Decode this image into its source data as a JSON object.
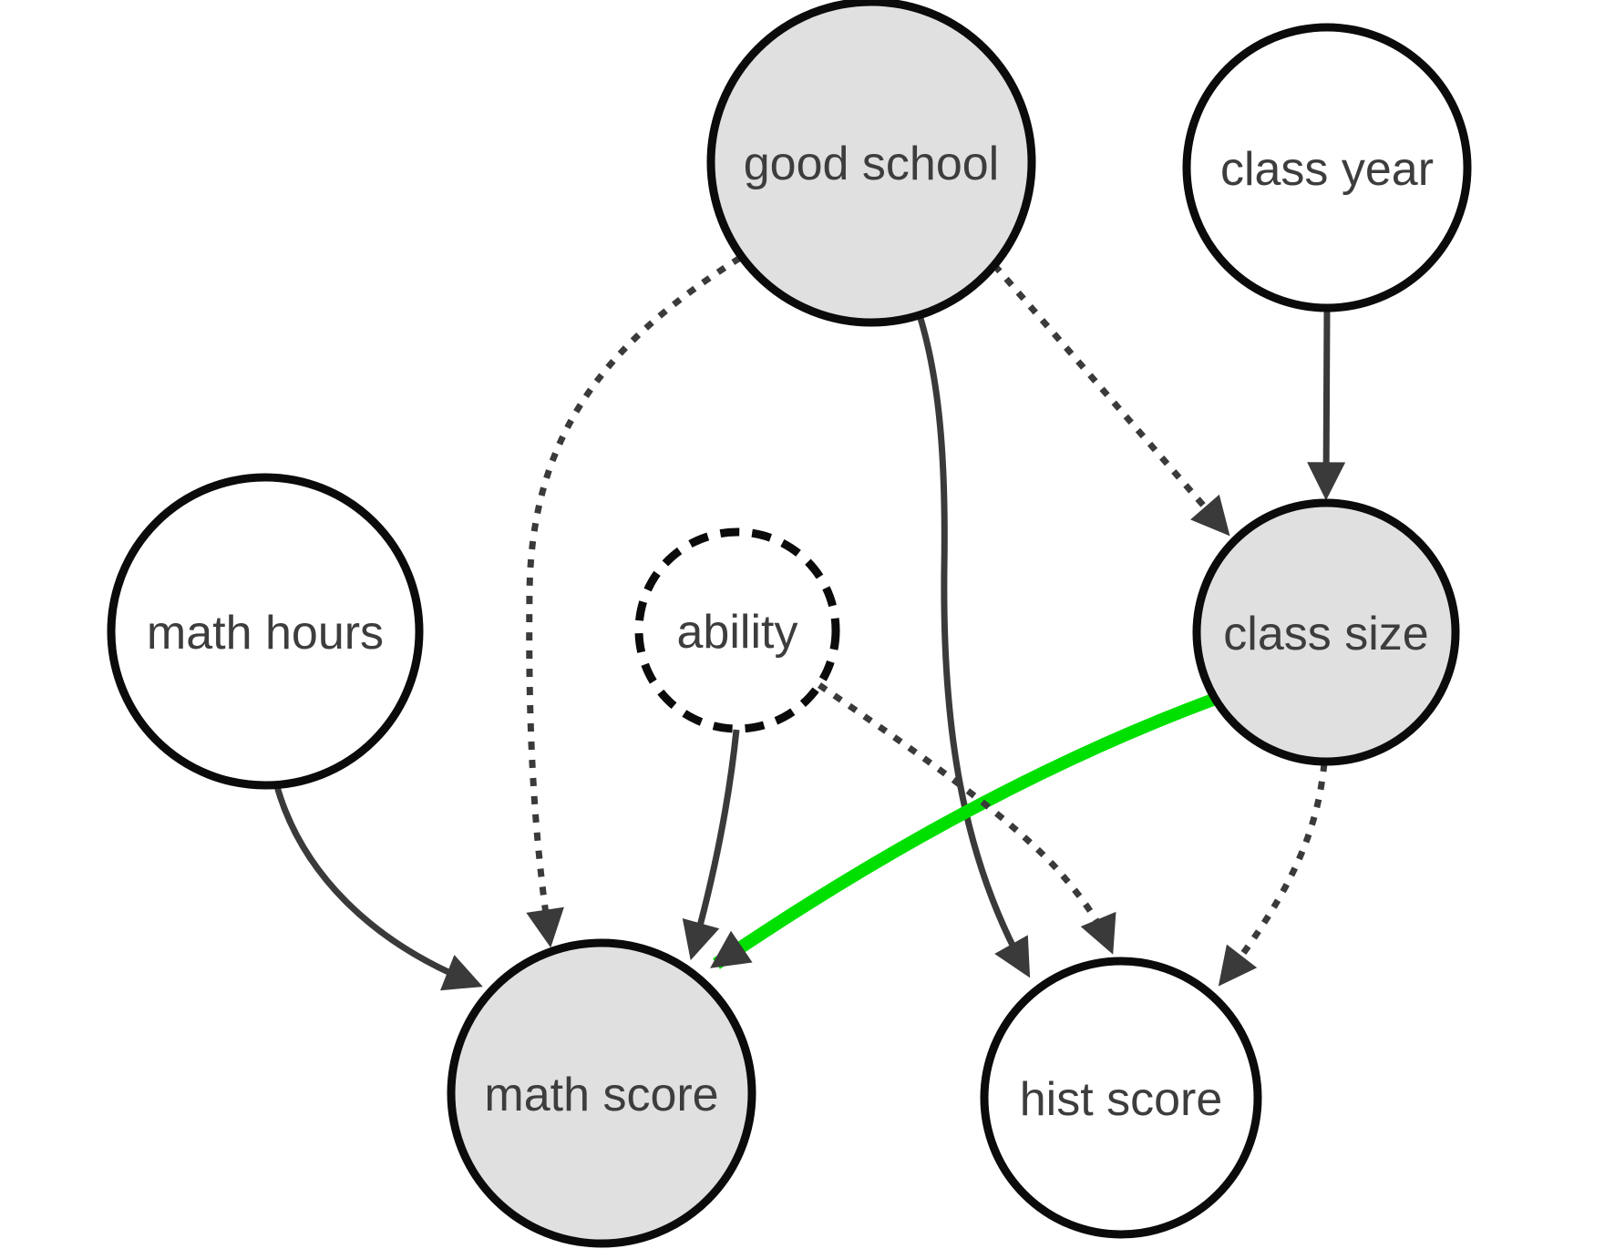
{
  "diagram": {
    "kind": "causal-dag",
    "colors": {
      "edge": "#3a3a3a",
      "highlight_green": "#00e000",
      "fill_gray": "#e0e0e0",
      "fill_white": "#ffffff",
      "node_border": "#0b0b0b",
      "text": "#3d3d3d",
      "background": "#ffffff"
    },
    "nodes": [
      {
        "id": "good-school",
        "label": "good school",
        "fill": "gray",
        "border": "solid"
      },
      {
        "id": "class-year",
        "label": "class year",
        "fill": "white",
        "border": "solid"
      },
      {
        "id": "math-hours",
        "label": "math hours",
        "fill": "white",
        "border": "solid"
      },
      {
        "id": "ability",
        "label": "ability",
        "fill": "white",
        "border": "dashed"
      },
      {
        "id": "class-size",
        "label": "class size",
        "fill": "gray",
        "border": "solid"
      },
      {
        "id": "math-score",
        "label": "math score",
        "fill": "gray",
        "border": "solid"
      },
      {
        "id": "hist-score",
        "label": "hist score",
        "fill": "white",
        "border": "solid"
      }
    ],
    "edges": [
      {
        "from": "good school",
        "to": "math score",
        "style": "dotted",
        "color": "dark"
      },
      {
        "from": "good school",
        "to": "hist score",
        "style": "solid",
        "color": "dark"
      },
      {
        "from": "good school",
        "to": "class size",
        "style": "dotted",
        "color": "dark"
      },
      {
        "from": "class year",
        "to": "class size",
        "style": "solid",
        "color": "dark"
      },
      {
        "from": "math hours",
        "to": "math score",
        "style": "solid",
        "color": "dark"
      },
      {
        "from": "ability",
        "to": "math score",
        "style": "solid",
        "color": "dark"
      },
      {
        "from": "ability",
        "to": "hist score",
        "style": "dotted",
        "color": "dark"
      },
      {
        "from": "class size",
        "to": "math score",
        "style": "solid",
        "color": "green",
        "highlighted": true
      },
      {
        "from": "class size",
        "to": "hist score",
        "style": "dotted",
        "color": "dark"
      }
    ]
  }
}
